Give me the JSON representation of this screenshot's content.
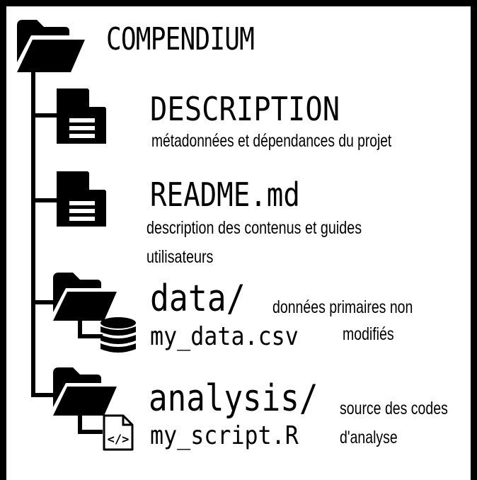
{
  "root": {
    "name": "COMPENDIUM"
  },
  "items": [
    {
      "name": "DESCRIPTION",
      "note": "métadonnées et dépendances du projet"
    },
    {
      "name": "README.md",
      "note_line1": "description des contenus et guides",
      "note_line2": "utilisateurs"
    },
    {
      "name": "data/",
      "child": "my_data.csv",
      "note_line1": "données primaires non",
      "note_line2": "modifiés"
    },
    {
      "name": "analysis/",
      "child": "my_script.R",
      "note_line1": "source des codes",
      "note_line2": "d'analyse"
    }
  ],
  "icons": {
    "root": "folder-open-icon",
    "description": "file-text-icon",
    "readme": "file-text-icon",
    "data_folder": "folder-open-icon",
    "data_file": "database-icon",
    "analysis_folder": "folder-open-icon",
    "analysis_file": "code-file-icon"
  }
}
